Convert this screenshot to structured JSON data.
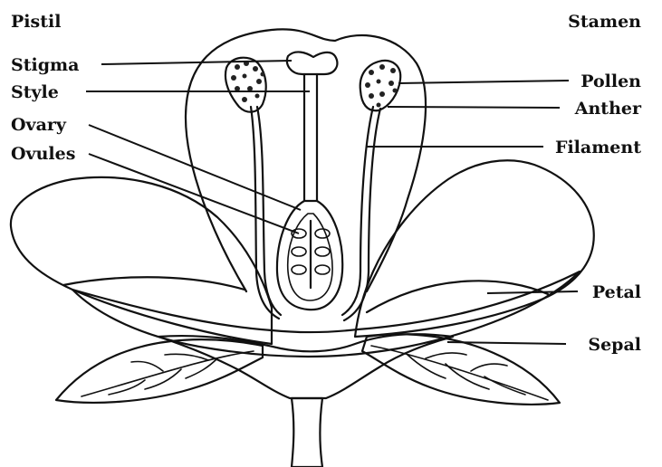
{
  "diagram": {
    "headings": {
      "left": "Pistil",
      "right": "Stamen"
    },
    "labels": {
      "stigma": "Stigma",
      "style": "Style",
      "ovary": "Ovary",
      "ovules": "Ovules",
      "pollen": "Pollen",
      "anther": "Anther",
      "filament": "Filament",
      "petal": "Petal",
      "sepal": "Sepal"
    }
  }
}
